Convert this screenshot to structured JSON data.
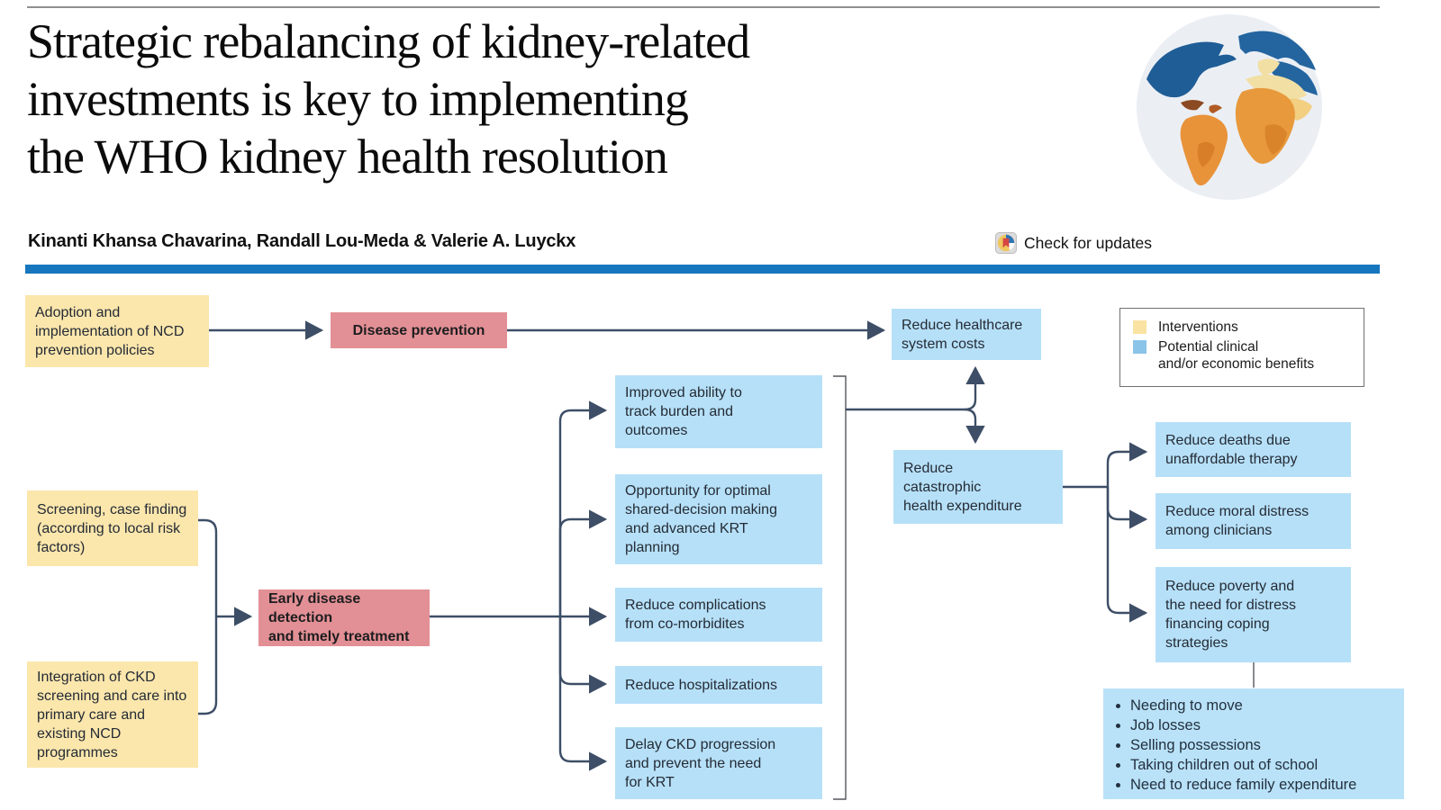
{
  "header": {
    "title": "Strategic rebalancing of kidney-related\ninvestments is key to implementing\nthe WHO kidney health resolution",
    "authors": "Kinanti Khansa Chavarina, Randall Lou-Meda & Valerie A. Luyckx",
    "check_for_updates": "Check for updates"
  },
  "legend": {
    "items": [
      {
        "label": "Interventions",
        "color": "#fbe6ac"
      },
      {
        "label": "Potential clinical\nand/or economic benefits",
        "color": "#8ac4e9"
      }
    ]
  },
  "nodes": {
    "adoption": "Adoption and\nimplementation of NCD\nprevention policies",
    "disease_prevention": "Disease prevention",
    "screening": "Screening, case finding\n(according to local risk\nfactors)",
    "integration": "Integration of CKD\nscreening and care into\nprimary care and\nexisting NCD\nprogrammes",
    "early_detection": "Early disease detection\nand timely treatment",
    "track_burden": "Improved ability to\ntrack burden and\noutcomes",
    "shared_decision": "Opportunity for optimal\nshared-decision making\nand advanced KRT\nplanning",
    "complications": "Reduce complications\nfrom co-morbidites",
    "hospitalizations": "Reduce hospitalizations",
    "delay_ckd": "Delay CKD progression\nand prevent the need\nfor KRT",
    "healthcare_costs": "Reduce healthcare\nsystem costs",
    "catastrophic_expenditure": "Reduce\ncatastrophic\nhealth expenditure",
    "deaths": "Reduce deaths due\nunaffordable therapy",
    "moral_distress": "Reduce moral distress\namong clinicians",
    "poverty": "Reduce poverty and\nthe need for distress\nfinancing coping\nstrategies"
  },
  "bullets": {
    "items": [
      "Needing to move",
      "Job losses",
      "Selling possessions",
      "Taking children out of school",
      "Need to reduce family expenditure"
    ]
  },
  "colors": {
    "intervention_yellow": "#fbe6ac",
    "benefit_blue": "#b6e0f8",
    "strategy_red": "#e29095",
    "connector": "#3d4e66",
    "divider_blue": "#1777be"
  }
}
